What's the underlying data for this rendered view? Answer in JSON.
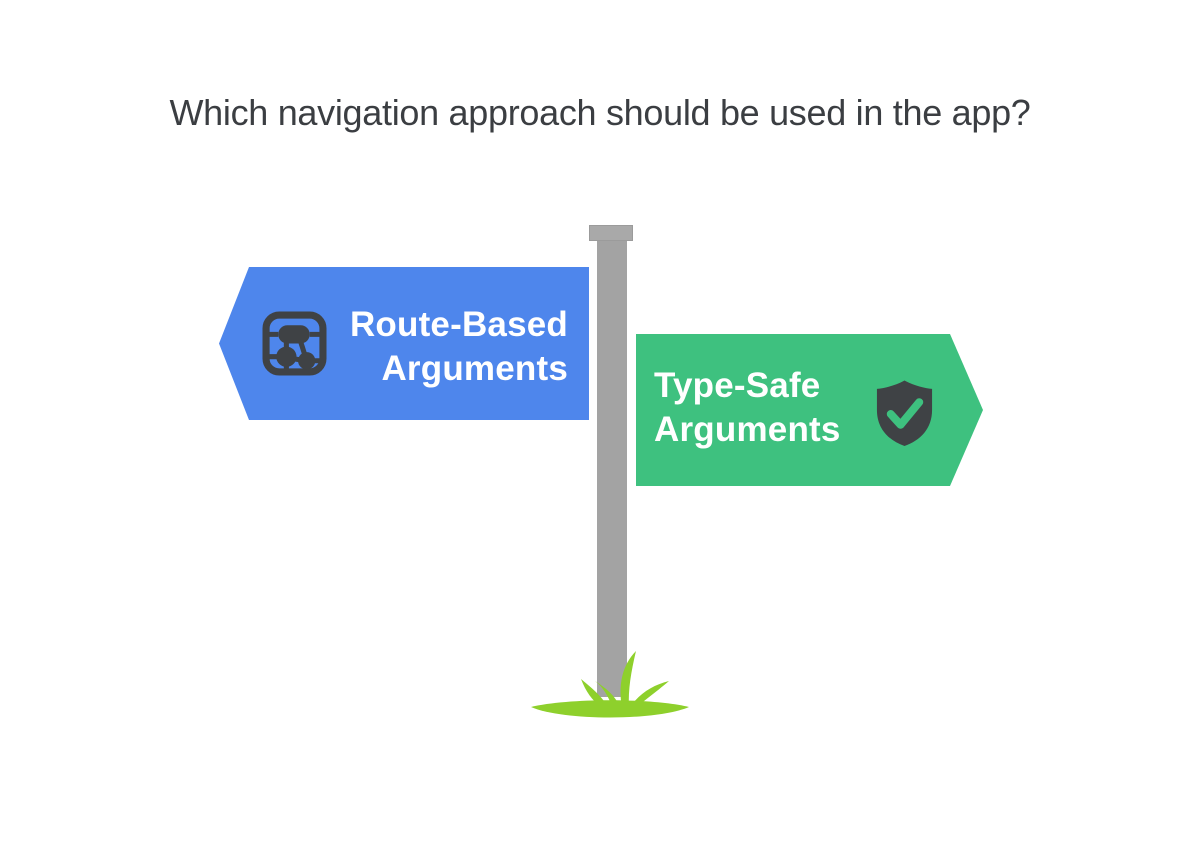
{
  "title": "Which navigation approach should be used in the app?",
  "signpost": {
    "left_sign": {
      "direction": "left",
      "label_line1": "Route-Based",
      "label_line2": "Arguments",
      "icon": "navigation-graph-icon"
    },
    "right_sign": {
      "direction": "right",
      "label_line1": "Type-Safe",
      "label_line2": "Arguments",
      "icon": "shield-check-icon"
    }
  },
  "colors": {
    "background": "#ffffff",
    "title_text": "#3b3e42",
    "sign_text": "#ffffff",
    "blue_sign": "#4e86ec",
    "green_sign": "#3ec17f",
    "icon_dark": "#3f4245",
    "check": "#3ec17f",
    "pole": "#a3a3a3",
    "pole_cap": "#a9a9a9",
    "grass": "#8ed02c"
  }
}
